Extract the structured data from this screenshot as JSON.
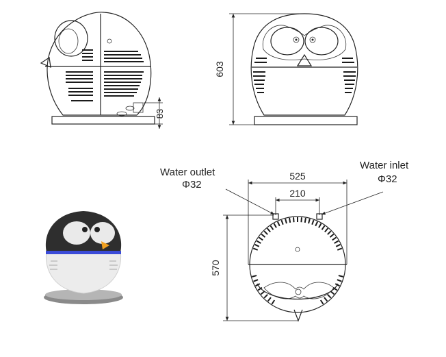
{
  "dimensions": {
    "height_total": "603",
    "base_height": "83",
    "width_total": "525",
    "pipe_spacing": "210",
    "depth": "570"
  },
  "labels": {
    "water_outlet": "Water outlet",
    "water_outlet_size": "Φ32",
    "water_inlet": "Water inlet",
    "water_inlet_size": "Φ32"
  },
  "colors": {
    "line": "#222222",
    "product_black": "#2b2b2b",
    "product_white": "#eeeeee",
    "accent_blue": "#3b4bd8",
    "beak_orange": "#f0a020",
    "base_grey": "#9a9a9a"
  }
}
